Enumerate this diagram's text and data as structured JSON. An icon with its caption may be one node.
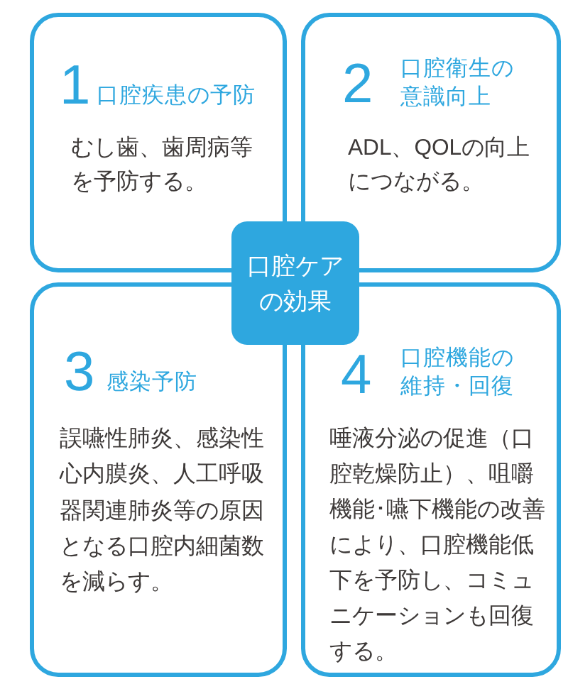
{
  "diagram": {
    "nodes": [
      {
        "text": [
          "1",
          "口腔疾患の予防",
          "むし歯、歯周病等を予防する。"
        ]
      },
      {
        "text": [
          "2",
          "口腔衛生の意識向上",
          "ADL、QOLの向上につながる。"
        ]
      },
      {
        "text": [
          "口腔ケアの効果"
        ]
      },
      {
        "text": [
          "3",
          "感染予防",
          "誤嚥性肺炎、感染性心内膜炎、人工呼吸器関連肺炎等の原因となる口腔内細菌数を減らす。"
        ]
      },
      {
        "text": [
          "4",
          "口腔機能の維持・回復",
          "唾液分泌の促進（口腔乾燥防止）、咀嚼機能･嚥下機能の改善により、口腔機能低下を予防し、コミュニケーションも回復する。"
        ]
      }
    ]
  }
}
